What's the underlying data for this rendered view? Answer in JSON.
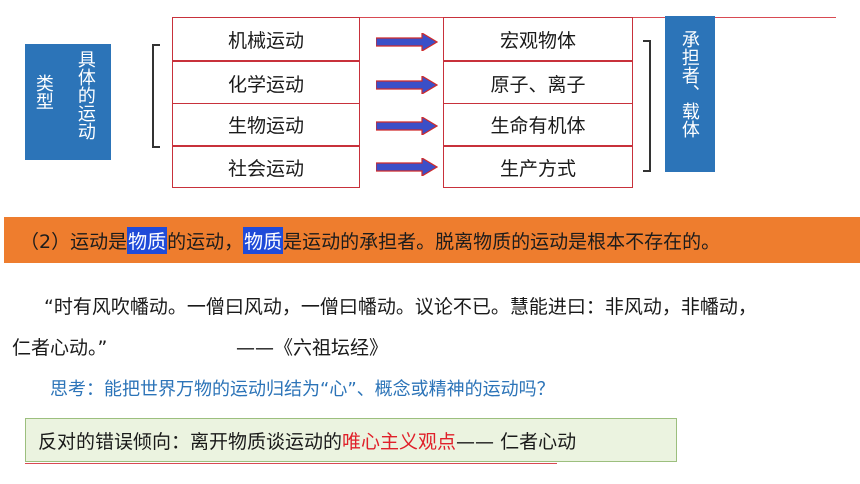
{
  "left_label": {
    "col1": "类型",
    "col2": "具体的运动"
  },
  "right_label": "承担者、载体",
  "rows": [
    {
      "motion": "机械运动",
      "carrier": "宏观物体"
    },
    {
      "motion": "化学运动",
      "carrier": "原子、离子"
    },
    {
      "motion": "生物运动",
      "carrier": "生命有机体"
    },
    {
      "motion": "社会运动",
      "carrier": "生产方式"
    }
  ],
  "banner": {
    "prefix": "（2）运动是",
    "hl1": "物质",
    "middle": "的运动，",
    "hl2": "物质",
    "suffix": "是运动的承担者。脱离物质的运动是根本不存在的。"
  },
  "quote": {
    "line1": "“时有风吹幡动。一僧曰风动，一僧曰幡动。议论不已。慧能进曰：非风动，非幡动，",
    "line2": "仁者心动。”",
    "source": "——《六祖坛经》"
  },
  "think": "思考：能把世界万物的运动归结为“心”、概念或精神的运动吗？",
  "conclusion": {
    "prefix": "反对的错误倾向：离开物质谈运动的",
    "highlight": "唯心主义观点",
    "suffix": " —— 仁者心动"
  },
  "colors": {
    "blue": "#2c74b8",
    "orange": "#ee7d2e",
    "red": "#e0202a",
    "arrow_fill": "#3b4fc8",
    "arrow_edge": "#d02a2a"
  }
}
